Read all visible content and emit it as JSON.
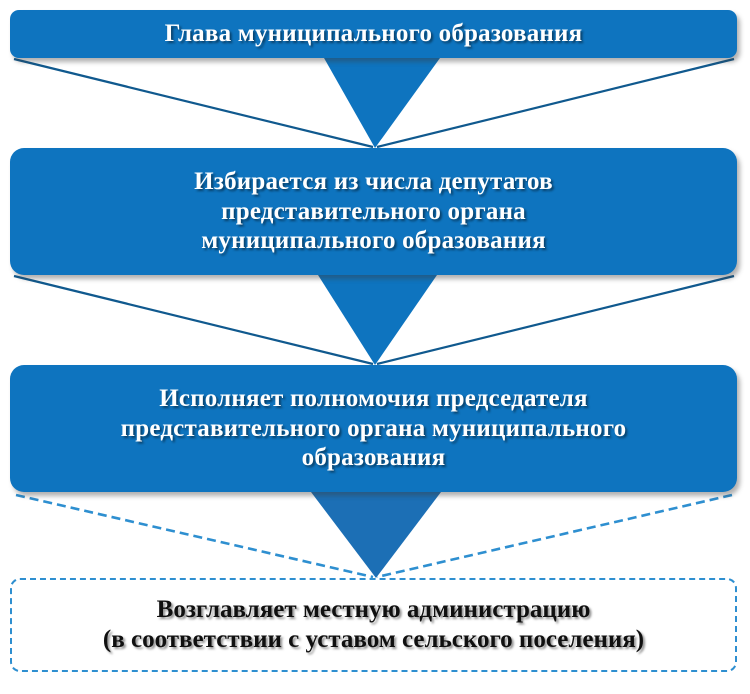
{
  "diagram": {
    "title_flow": "Глава муниципального образования",
    "colors": {
      "box_fill": "#0E74BF",
      "connector_line": "#10598E",
      "dashed_border": "#2E8FD0",
      "box_text": "#FFFFFF",
      "outline_box_text": "#101010",
      "background": "#FFFFFF"
    },
    "nodes": [
      {
        "id": "head",
        "style": "filled",
        "lines": [
          "Глава муниципального образования"
        ],
        "text": "Глава муниципального образования"
      },
      {
        "id": "elected",
        "style": "filled",
        "lines": [
          "Избирается из числа депутатов",
          "представительного органа",
          "муниципального образования"
        ],
        "text": "Избирается из числа депутатов представительного органа муниципального образования"
      },
      {
        "id": "chair",
        "style": "filled",
        "lines": [
          "Исполняет полномочия председателя",
          "представительного органа муниципального",
          "образования"
        ],
        "text": "Исполняет полномочия председателя представительного органа муниципального образования"
      },
      {
        "id": "admin",
        "style": "dashed-outline",
        "lines": [
          "Возглавляет местную администрацию",
          "(в соответствии с уставом сельского поселения)"
        ],
        "text": "Возглавляет местную администрацию (в соответствии с уставом сельского поселения)"
      }
    ],
    "connectors": [
      {
        "id": "head-to-elected",
        "from": "head",
        "to": "elected",
        "style": "solid",
        "shape": "funnel-arrow"
      },
      {
        "id": "elected-to-chair",
        "from": "elected",
        "to": "chair",
        "style": "solid",
        "shape": "funnel-arrow"
      },
      {
        "id": "chair-to-admin",
        "from": "chair",
        "to": "admin",
        "style": "dashed",
        "shape": "funnel-arrow"
      }
    ]
  }
}
